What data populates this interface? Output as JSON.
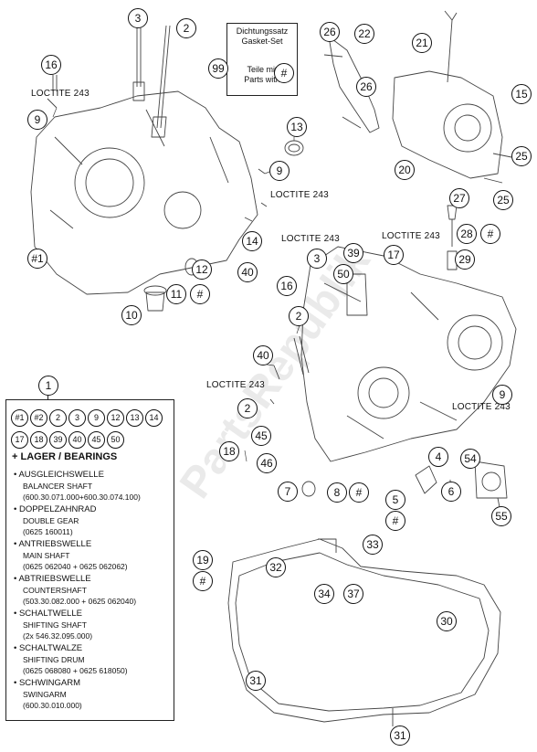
{
  "callouts": [
    "3",
    "2",
    "16",
    "9",
    "13",
    "9",
    "14",
    "#1",
    "12",
    "11",
    "#",
    "10",
    "99",
    "#",
    "26",
    "22",
    "26",
    "21",
    "20",
    "15",
    "25",
    "25",
    "27",
    "28",
    "#",
    "3",
    "39",
    "17",
    "29",
    "40",
    "16",
    "50",
    "2",
    "40",
    "9",
    "2",
    "18",
    "45",
    "46",
    "7",
    "8",
    "#",
    "4",
    "6",
    "5",
    "#",
    "54",
    "55",
    "19",
    "#",
    "32",
    "33",
    "34",
    "37",
    "30",
    "31",
    "31",
    "1"
  ],
  "loctite_labels": [
    "LOCTITE 243",
    "LOCTITE 243",
    "LOCTITE 243",
    "LOCTITE 243",
    "LOCTITE 243",
    "LOCTITE 243"
  ],
  "gasket_box": {
    "line1": "Dichtungssatz",
    "line2": "Gasket-Set",
    "line3": "Teile mit",
    "line4": "Parts with"
  },
  "watermark": "PartsRepublik",
  "legend": {
    "codes": [
      "#1",
      "#2",
      "2",
      "3",
      "9",
      "12",
      "13",
      "14",
      "17",
      "18",
      "39",
      "40",
      "45",
      "50"
    ],
    "heading": "+ LAGER / BEARINGS",
    "items": [
      {
        "de": "AUSGLEICHSWELLE",
        "en": "BALANCER SHAFT",
        "pn": "(600.30.071.000+600.30.074.100)"
      },
      {
        "de": "DOPPELZAHNRAD",
        "en": "DOUBLE GEAR",
        "pn": "(0625 160011)"
      },
      {
        "de": "ANTRIEBSWELLE",
        "en": "MAIN SHAFT",
        "pn": "(0625 062040 + 0625 062062)"
      },
      {
        "de": "ABTRIEBSWELLE",
        "en": "COUNTERSHAFT",
        "pn": "(503.30.082.000 + 0625 062040)"
      },
      {
        "de": "SCHALTWELLE",
        "en": "SHIFTING SHAFT",
        "pn": "(2x 546.32.095.000)"
      },
      {
        "de": "SCHALTWALZE",
        "en": "SHIFTING DRUM",
        "pn": "(0625 068080 + 0625 618050)"
      },
      {
        "de": "SCHWINGARM",
        "en": "SWINGARM",
        "pn": "(600.30.010.000)"
      }
    ]
  }
}
